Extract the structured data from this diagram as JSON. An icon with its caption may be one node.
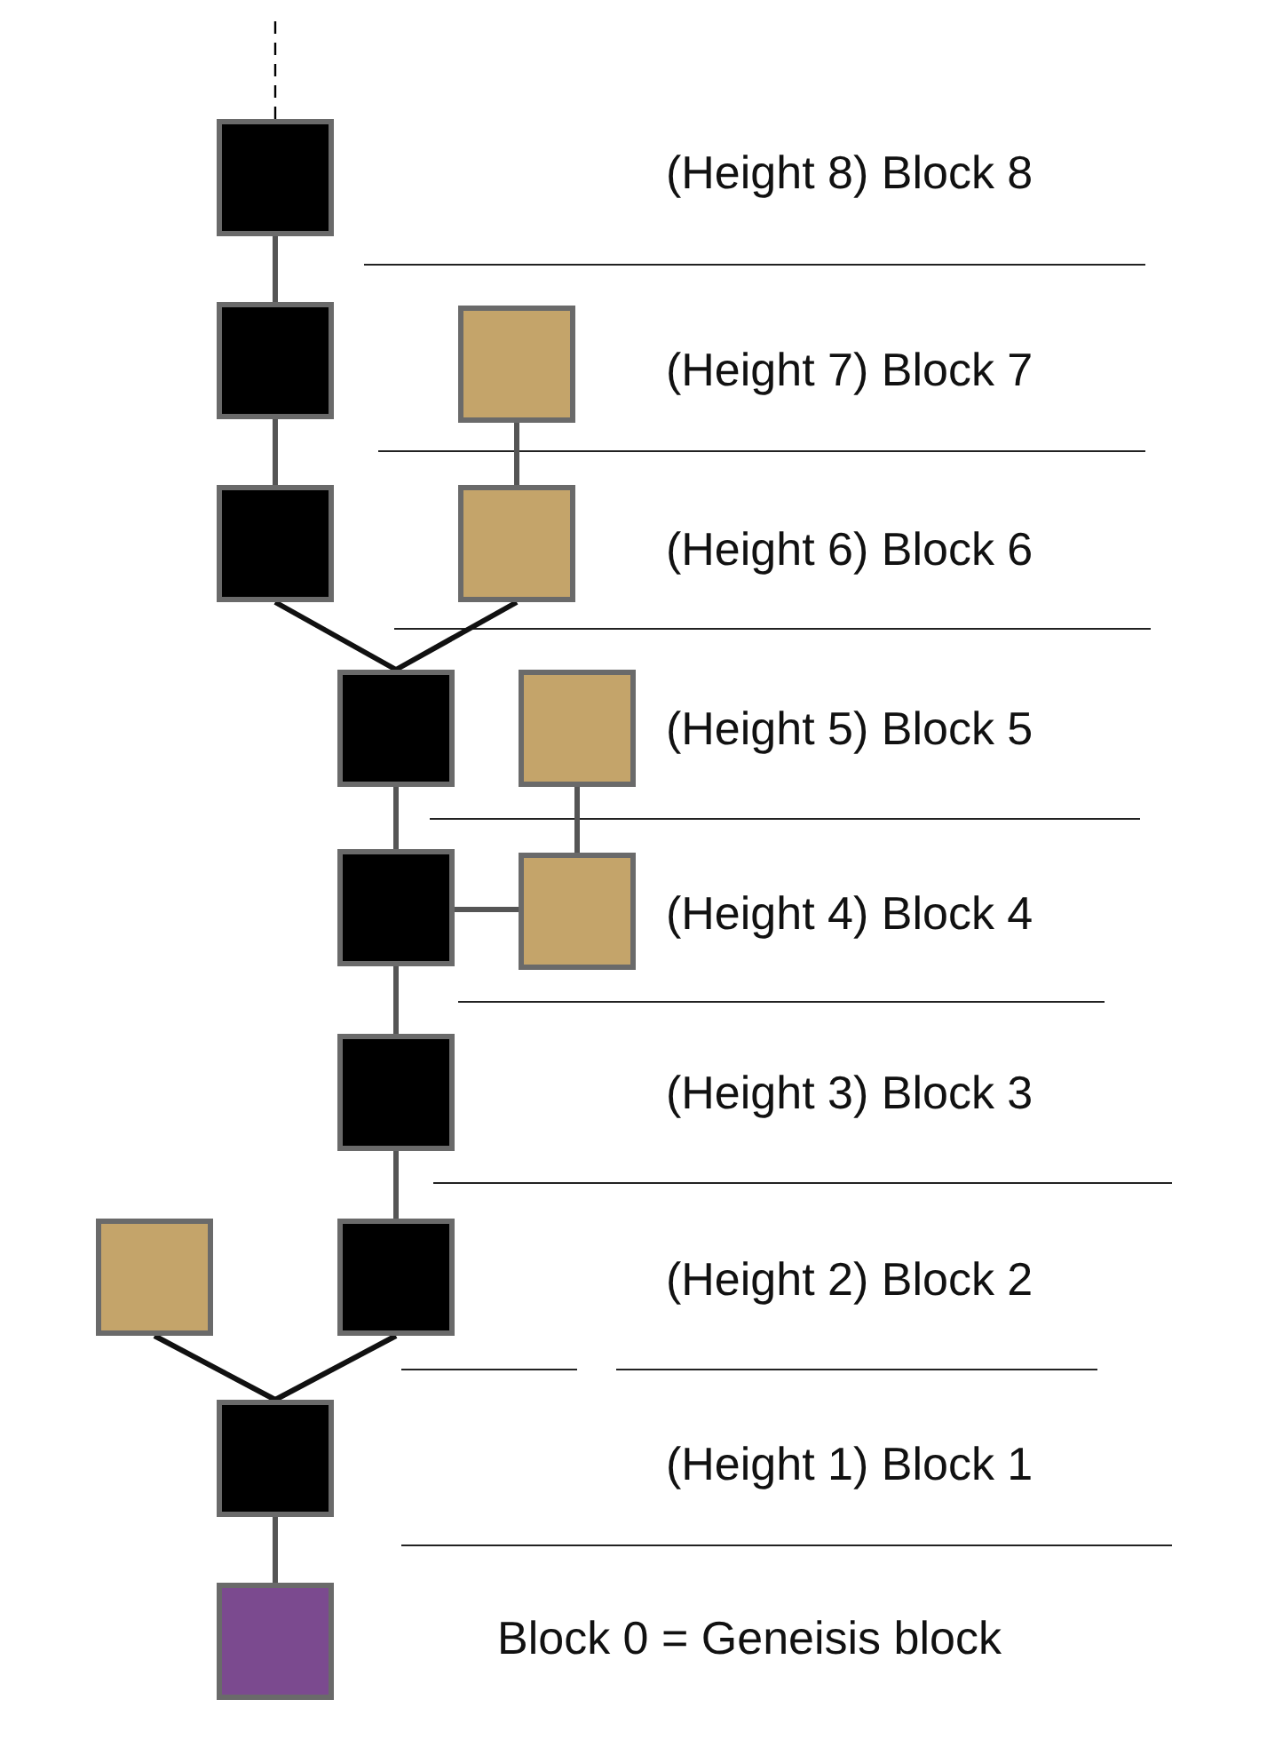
{
  "diagram": {
    "nodes": [
      {
        "text": [],
        "shape": "box"
      },
      {
        "text": [],
        "shape": "box"
      },
      {
        "text": [],
        "shape": "box"
      },
      {
        "text": [],
        "shape": "box"
      },
      {
        "text": [],
        "shape": "box"
      },
      {
        "text": [],
        "shape": "box"
      },
      {
        "text": [],
        "shape": "box"
      },
      {
        "text": [],
        "shape": "box"
      },
      {
        "text": [],
        "shape": "box"
      },
      {
        "text": [],
        "shape": "box"
      },
      {
        "text": [],
        "shape": "box"
      },
      {
        "text": [],
        "shape": "box"
      },
      {
        "text": [],
        "shape": "box"
      },
      {
        "text": [],
        "shape": "box"
      }
    ],
    "edges": [
      {
        "from": 0,
        "to": null,
        "arrow": "none",
        "style": "dashed"
      },
      {
        "from": 0,
        "to": 1,
        "arrow": "none"
      },
      {
        "from": 1,
        "to": 3,
        "arrow": "none"
      },
      {
        "from": 2,
        "to": 4,
        "arrow": "none"
      },
      {
        "from": 3,
        "to": 5,
        "arrow": "none"
      },
      {
        "from": 4,
        "to": 5,
        "arrow": "none"
      },
      {
        "from": 5,
        "to": 7,
        "arrow": "none"
      },
      {
        "from": 7,
        "to": 8,
        "arrow": "none"
      },
      {
        "from": 8,
        "to": 6,
        "arrow": "none"
      },
      {
        "from": 7,
        "to": 9,
        "arrow": "none"
      },
      {
        "from": 9,
        "to": 11,
        "arrow": "none"
      },
      {
        "from": 11,
        "to": 12,
        "arrow": "none"
      },
      {
        "from": 10,
        "to": 12,
        "arrow": "none"
      },
      {
        "from": 12,
        "to": 13,
        "arrow": "none"
      }
    ],
    "labels": [
      "(Height 8) Block 8",
      "(Height 7) Block 7",
      "(Height 6) Block 6",
      "(Height 5) Block 5",
      "(Height 4) Block 4",
      "(Height 3) Block 3",
      "(Height 2) Block 2",
      "(Height 1) Block 1",
      "Block 0 = Geneisis block"
    ]
  }
}
